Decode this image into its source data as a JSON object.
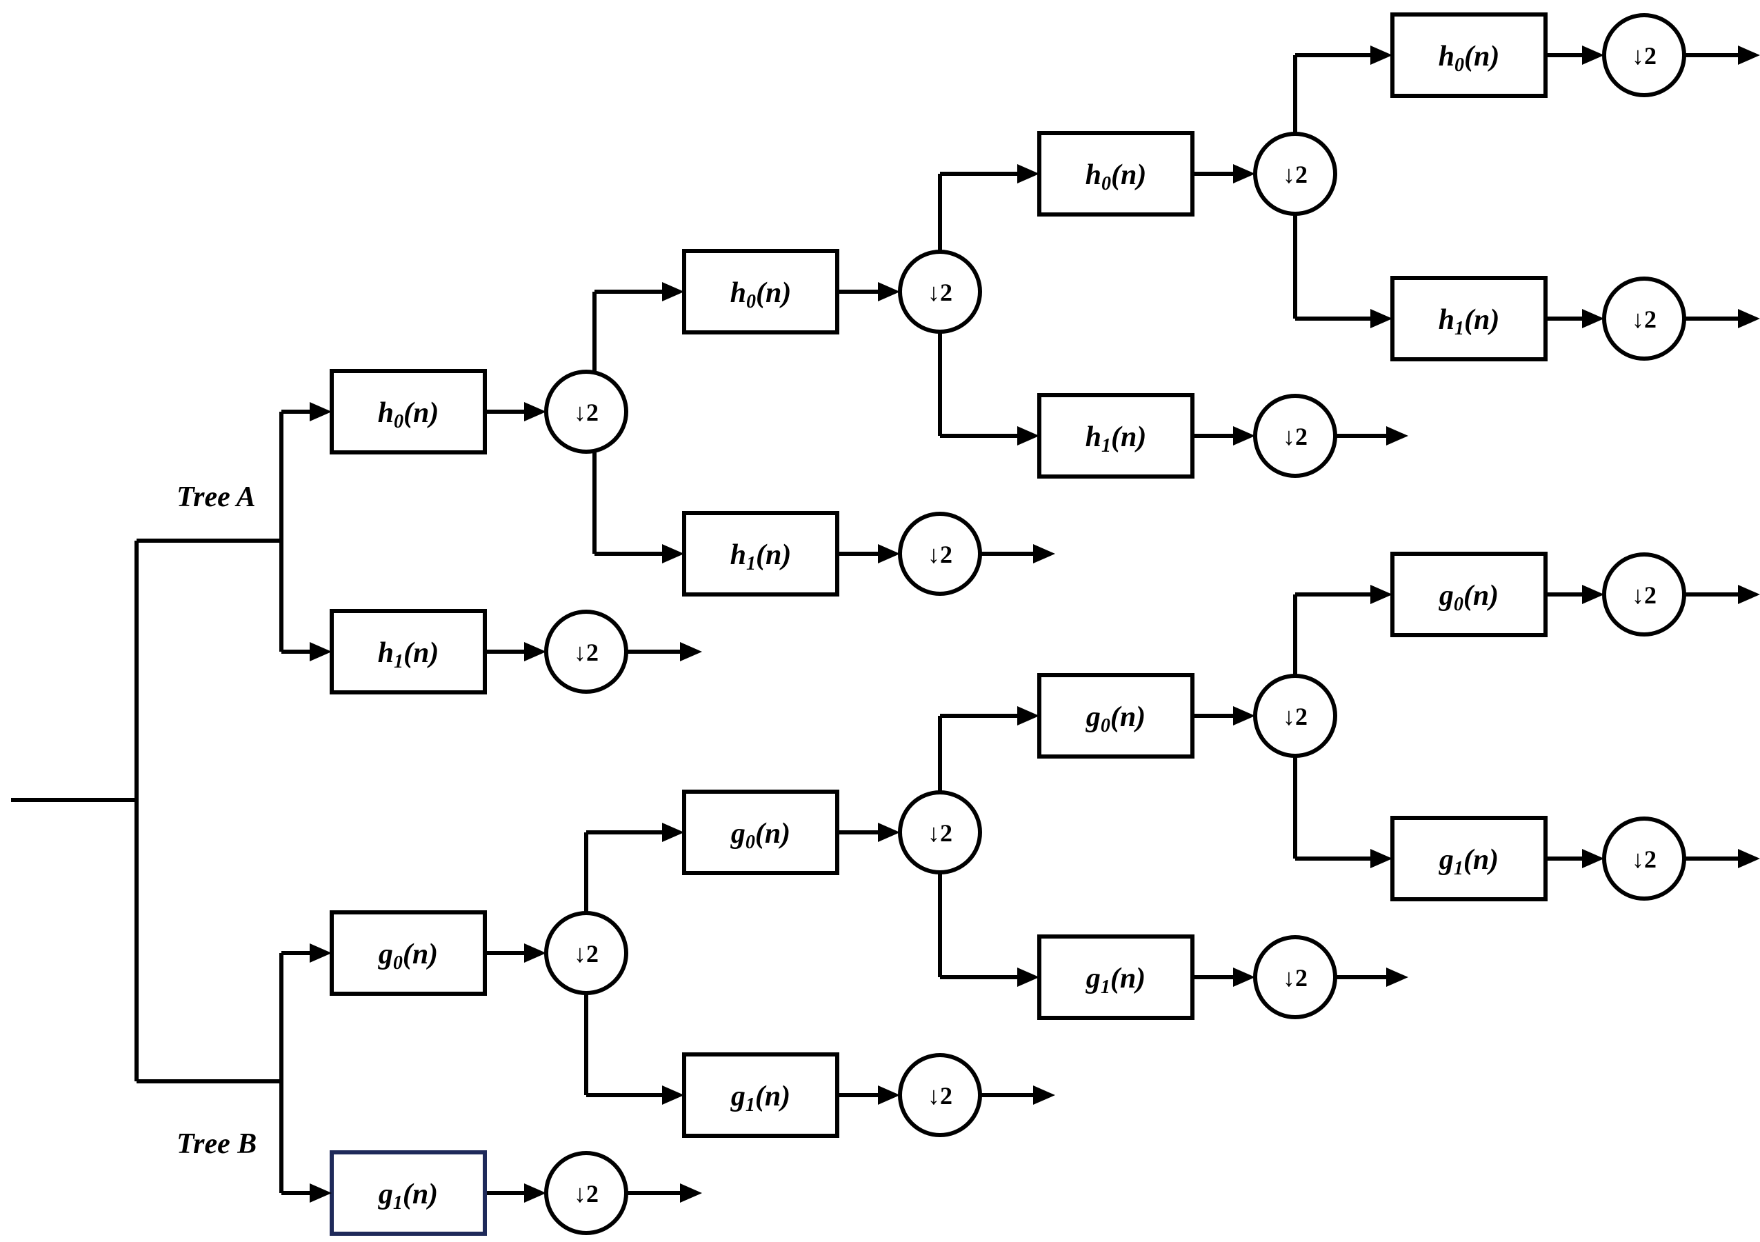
{
  "tree_a": {
    "label": "Tree A"
  },
  "tree_b": {
    "label": "Tree B"
  },
  "downsample": {
    "arrow": "↓",
    "factor": "2"
  },
  "filters": [
    {
      "id": "a1",
      "letter": "h",
      "sub": "0",
      "arg": "(n)",
      "highlight": false
    },
    {
      "id": "a2",
      "letter": "h",
      "sub": "1",
      "arg": "(n)",
      "highlight": false
    },
    {
      "id": "a3",
      "letter": "h",
      "sub": "0",
      "arg": "(n)",
      "highlight": false
    },
    {
      "id": "a4",
      "letter": "h",
      "sub": "1",
      "arg": "(n)",
      "highlight": false
    },
    {
      "id": "a5",
      "letter": "h",
      "sub": "0",
      "arg": "(n)",
      "highlight": false
    },
    {
      "id": "a6",
      "letter": "h",
      "sub": "1",
      "arg": "(n)",
      "highlight": false
    },
    {
      "id": "a7",
      "letter": "h",
      "sub": "0",
      "arg": "(n)",
      "highlight": false
    },
    {
      "id": "a8",
      "letter": "h",
      "sub": "1",
      "arg": "(n)",
      "highlight": false
    },
    {
      "id": "b1",
      "letter": "g",
      "sub": "0",
      "arg": "(n)",
      "highlight": false
    },
    {
      "id": "b2",
      "letter": "g",
      "sub": "1",
      "arg": "(n)",
      "highlight": true
    },
    {
      "id": "b3",
      "letter": "g",
      "sub": "0",
      "arg": "(n)",
      "highlight": false
    },
    {
      "id": "b4",
      "letter": "g",
      "sub": "1",
      "arg": "(n)",
      "highlight": false
    },
    {
      "id": "b5",
      "letter": "g",
      "sub": "0",
      "arg": "(n)",
      "highlight": false
    },
    {
      "id": "b6",
      "letter": "g",
      "sub": "1",
      "arg": "(n)",
      "highlight": false
    },
    {
      "id": "b7",
      "letter": "g",
      "sub": "0",
      "arg": "(n)",
      "highlight": false
    },
    {
      "id": "b8",
      "letter": "g",
      "sub": "1",
      "arg": "(n)",
      "highlight": false
    }
  ]
}
